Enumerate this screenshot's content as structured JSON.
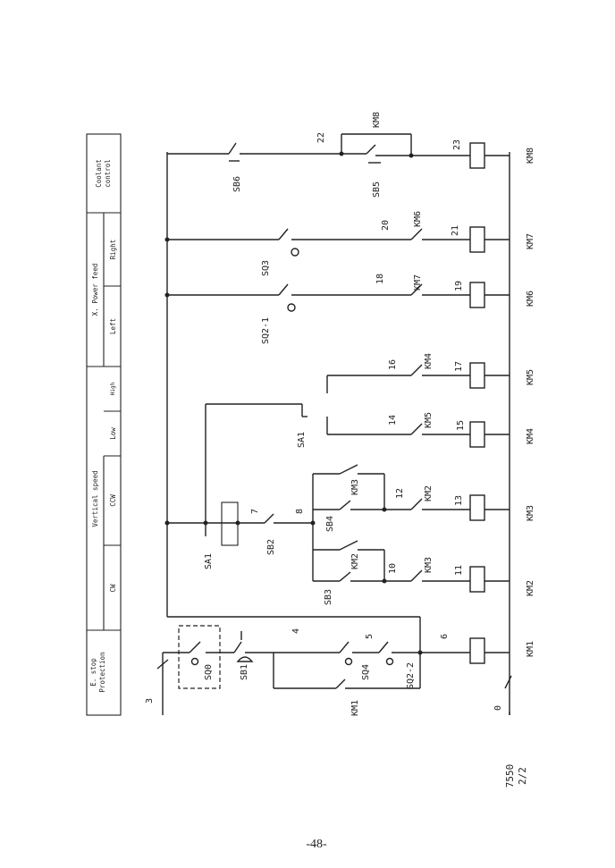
{
  "function_table": {
    "estop": "E. stop",
    "protection": "Protection",
    "cw": "CW",
    "ccw": "CCW",
    "low": "Low",
    "high": "High",
    "vertical_speed": "Vertical speed",
    "left": "Left",
    "right": "Right",
    "x_power_feed": "X. Power feed",
    "coolant": "Coolant",
    "control": "control"
  },
  "components": {
    "sq0": "SQ0",
    "sb1": "SB1",
    "km1_contact": "KM1",
    "sq4": "SQ4",
    "sq2_2": "SQ2-2",
    "sa1_a": "SA1",
    "sb2": "SB2",
    "sb3": "SB3",
    "sb4": "SB4",
    "km2_contact_a": "KM2",
    "km3_contact_a": "KM3",
    "km3_contact_b": "KM3",
    "km2_contact_b": "KM2",
    "sa1_b": "SA1",
    "km5_contact": "KM5",
    "km4_contact": "KM4",
    "sq2_1": "SQ2-1",
    "km7_contact": "KM7",
    "sq3": "SQ3",
    "km6_contact": "KM6",
    "sb6": "SB6",
    "sb5": "SB5",
    "km8_contact": "KM8"
  },
  "coils": [
    "KM1",
    "KM2",
    "KM3",
    "KM4",
    "KM5",
    "KM6",
    "KM7",
    "KM8"
  ],
  "wire_numbers": {
    "n0": "0",
    "n3": "3",
    "n4": "4",
    "n5": "5",
    "n6": "6",
    "n7": "7",
    "n8": "8",
    "n10": "10",
    "n11": "11",
    "n12": "12",
    "n13": "13",
    "n14": "14",
    "n15": "15",
    "n16": "16",
    "n17": "17",
    "n18": "18",
    "n19": "19",
    "n20": "20",
    "n21": "21",
    "n22": "22",
    "n23": "23"
  },
  "sheet_id": "7550",
  "sheet_number": "2/2",
  "page_number": "-48-"
}
